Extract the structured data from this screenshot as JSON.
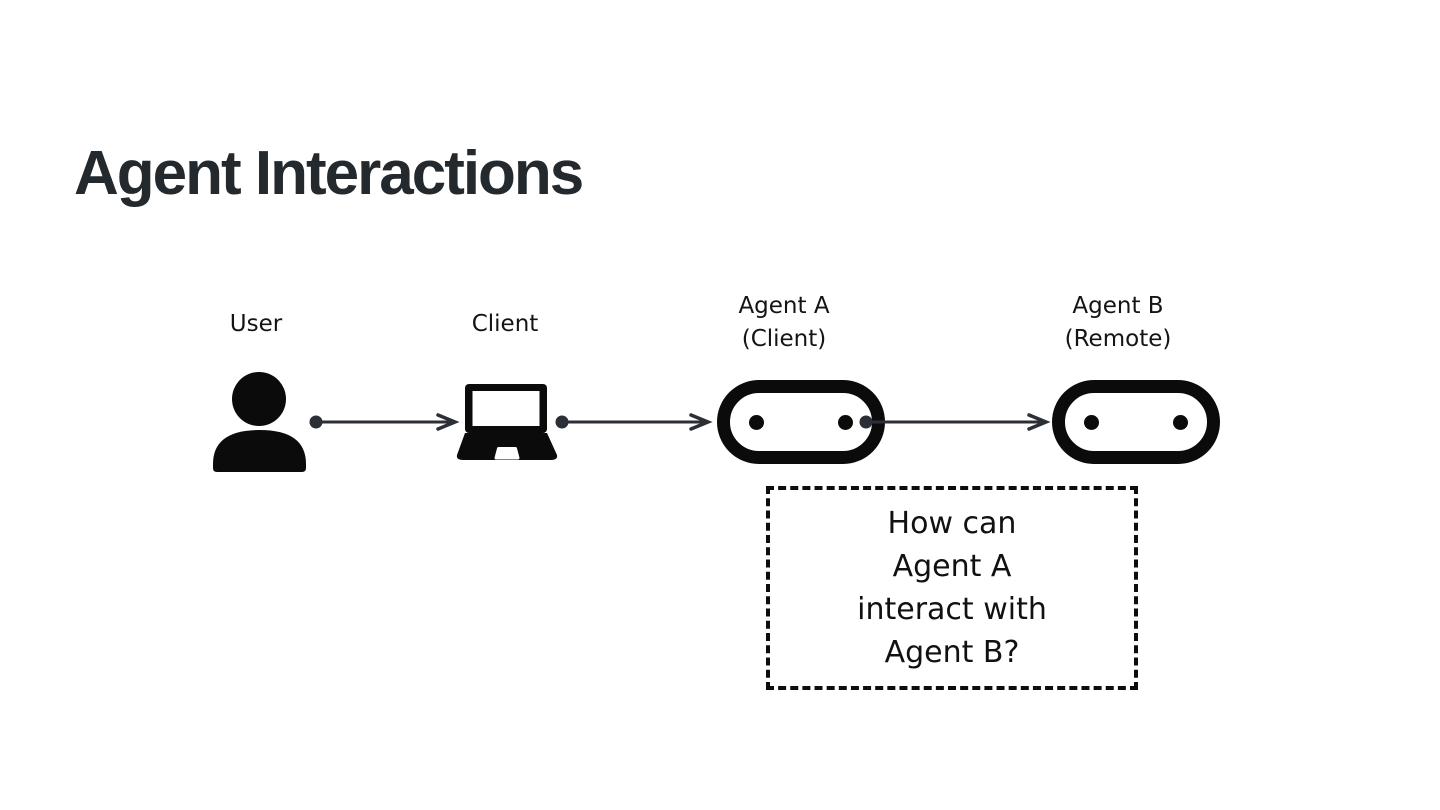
{
  "slide": {
    "title": "Agent Interactions",
    "background_color": "#ffffff",
    "title_color": "#24292e"
  },
  "diagram": {
    "ink_color": "#0b0b0b",
    "arrow_color": "#2b2f36",
    "nodes": [
      {
        "id": "user",
        "label": "User",
        "icon": "person-icon"
      },
      {
        "id": "client",
        "label": "Client",
        "icon": "laptop-icon"
      },
      {
        "id": "agent-a",
        "label": "Agent A",
        "sublabel": "(Client)",
        "icon": "robot-icon"
      },
      {
        "id": "agent-b",
        "label": "Agent B",
        "sublabel": "(Remote)",
        "icon": "robot-icon"
      }
    ],
    "connectors": [
      {
        "from": "user",
        "to": "client",
        "style": "dot-start, arrowhead-end"
      },
      {
        "from": "client",
        "to": "agent-a",
        "style": "dot-start, arrowhead-end"
      },
      {
        "from": "agent-a",
        "to": "agent-b",
        "style": "dot-start, arrowhead-end"
      }
    ],
    "question_box": {
      "lines": [
        "How can",
        "Agent A",
        "interact with",
        "Agent B?"
      ],
      "border_style": "dashed"
    }
  }
}
